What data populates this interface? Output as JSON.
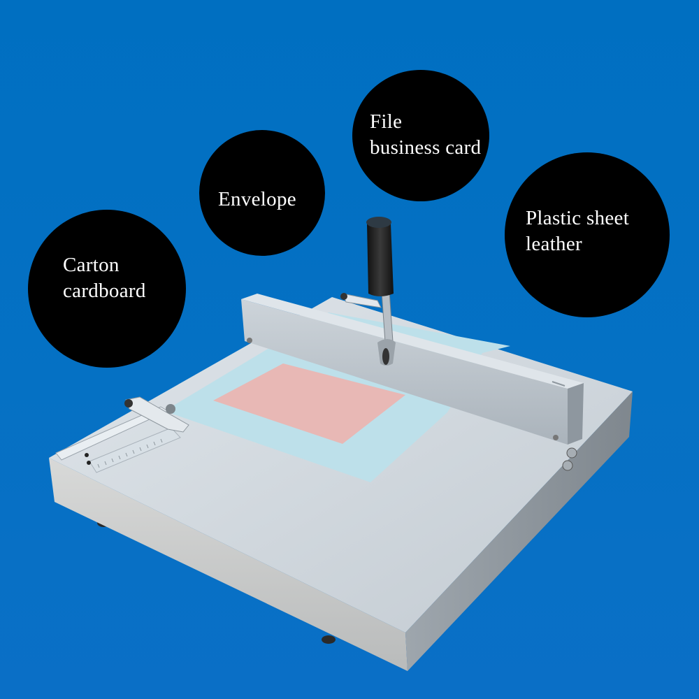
{
  "image": {
    "background_color": "#0070c0",
    "subject": "Manual paper creasing machine"
  },
  "labels": [
    {
      "id": "carton",
      "lines": [
        "Carton",
        "cardboard"
      ]
    },
    {
      "id": "envelope",
      "lines": [
        "Envelope"
      ]
    },
    {
      "id": "file",
      "lines": [
        "File",
        "business card"
      ]
    },
    {
      "id": "plastic",
      "lines": [
        "Plastic sheet",
        "leather"
      ]
    }
  ],
  "machine": {
    "base_color": "#c9d0d6",
    "bar_color": "#b9c2ca",
    "paper_blue": "#b9dde8",
    "paper_pink": "#e6b3b2",
    "handle_color": "#222222",
    "parts": [
      "base-plate",
      "creasing-bar",
      "lever-handle",
      "side-guide",
      "ruler-scale",
      "blue-sheet",
      "pink-sheet",
      "adjust-knobs",
      "feet"
    ]
  }
}
